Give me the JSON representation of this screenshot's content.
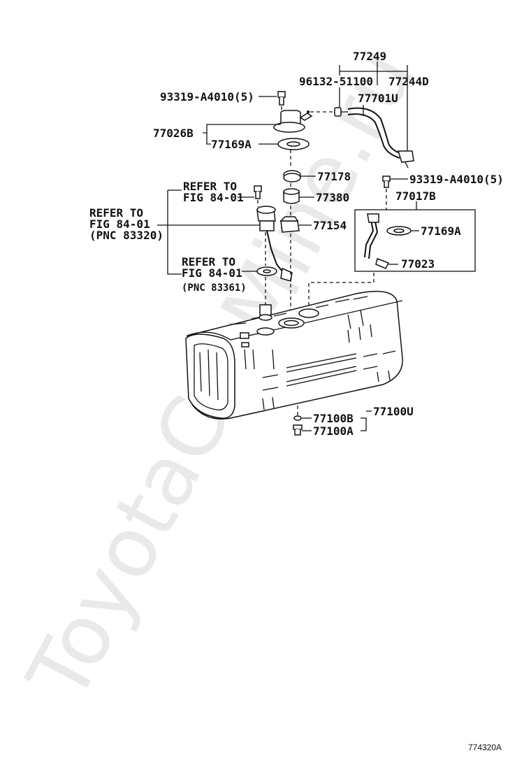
{
  "watermark": "ToyotaCarMine.ru",
  "illustration_id": "774320A",
  "labels": {
    "p77249": "77249",
    "p96132": "96132-51100",
    "p77244d": "77244D",
    "p77701u": "77701U",
    "p93319_top": "93319-A4010(5)",
    "p77026b": "77026B",
    "p77169a_top": "77169A",
    "p77178": "77178",
    "p93319_right": "93319-A4010(5)",
    "p77380": "77380",
    "p77017b": "77017B",
    "refer1_line1": "REFER TO",
    "refer1_line2": "FIG 84-01",
    "refer2_line1": "REFER TO",
    "refer2_line2": "FIG 84-01",
    "refer2_line3": "(PNC 83320)",
    "p77154": "77154",
    "p77169a_right": "77169A",
    "refer3_line1": "REFER TO",
    "refer3_line2": "FIG 84-01",
    "refer3_line3": "(PNC 83361)",
    "p77023": "77023",
    "p77100b": "77100B",
    "p77100u": "77100U",
    "p77100a": "77100A"
  }
}
